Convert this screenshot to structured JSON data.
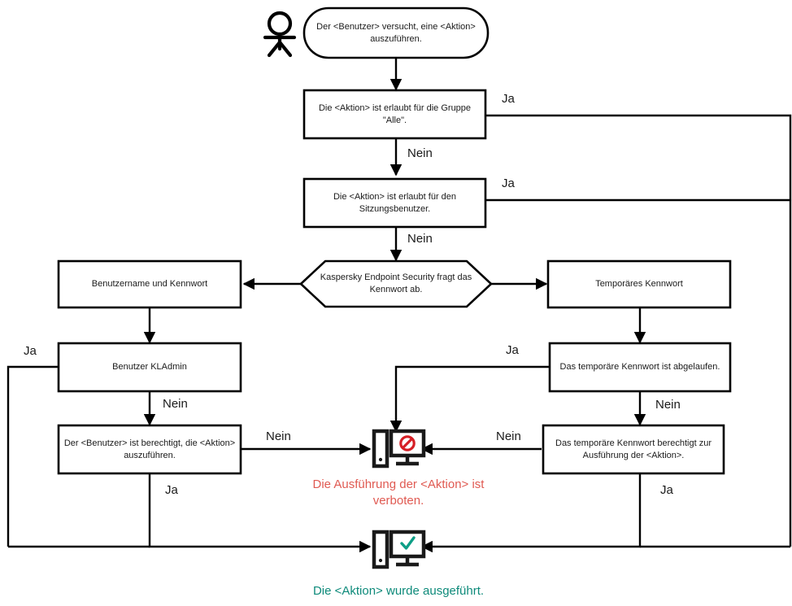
{
  "diagram": {
    "title": "Kaspersky Endpoint Security Kennwortschutz Ablaufdiagramm",
    "colors": {
      "stroke": "#000000",
      "node_fill": "#ffffff",
      "denied_text": "#e05a52",
      "denied_icon": "#d61f26",
      "allowed_text": "#0d8a7a",
      "allowed_icon": "#0d9e86",
      "label_text": "#1a1a1a"
    },
    "nodes": {
      "actor": {
        "icon": "user-actor-icon",
        "label": ""
      },
      "start": {
        "shape": "rounded-terminator",
        "text": "Der <Benutzer> versucht, eine <Aktion>\nauszuführen."
      },
      "allowed_all_group": {
        "shape": "rectangle",
        "text": "Die <Aktion> ist erlaubt für die Gruppe\n\"Alle\"."
      },
      "allowed_session_user": {
        "shape": "rectangle",
        "text": "Die <Aktion> ist erlaubt für den\nSitzungsbenutzer."
      },
      "password_prompt": {
        "shape": "hexagon",
        "text": "Kaspersky Endpoint Security fragt das\nKennwort ab."
      },
      "username_password": {
        "shape": "rectangle",
        "text": "Benutzername und Kennwort"
      },
      "temporary_password": {
        "shape": "rectangle",
        "text": "Temporäres Kennwort"
      },
      "user_kladmin": {
        "shape": "rectangle",
        "text": "Benutzer KLAdmin"
      },
      "temp_password_expired": {
        "shape": "rectangle",
        "text": "Das temporäre Kennwort ist abgelaufen."
      },
      "user_entitled": {
        "shape": "rectangle",
        "text": "Der <Benutzer> ist berechtigt, die <Aktion>\nauszuführen."
      },
      "temp_password_entitles": {
        "shape": "rectangle",
        "text": "Das temporäre Kennwort berechtigt zur\nAusführung der <Aktion>."
      },
      "denied_terminal": {
        "shape": "icon",
        "icon": "computer-denied-icon"
      },
      "allowed_terminal": {
        "shape": "icon",
        "icon": "computer-allowed-icon"
      }
    },
    "edge_labels": {
      "yes": "Ja",
      "no": "Nein",
      "group_all_yes": "Ja",
      "group_all_no": "Nein",
      "session_user_yes": "Ja",
      "session_user_no": "Nein",
      "kladmin_yes": "Ja",
      "kladmin_no": "Nein",
      "user_entitled_no": "Nein",
      "user_entitled_yes": "Ja",
      "temp_expired_yes": "Ja",
      "temp_expired_no": "Nein",
      "temp_entitles_no": "Nein",
      "temp_entitles_yes": "Ja"
    },
    "captions": {
      "denied": "Die Ausführung der <Aktion> ist\nverboten.",
      "allowed": "Die <Aktion> wurde ausgeführt."
    }
  }
}
